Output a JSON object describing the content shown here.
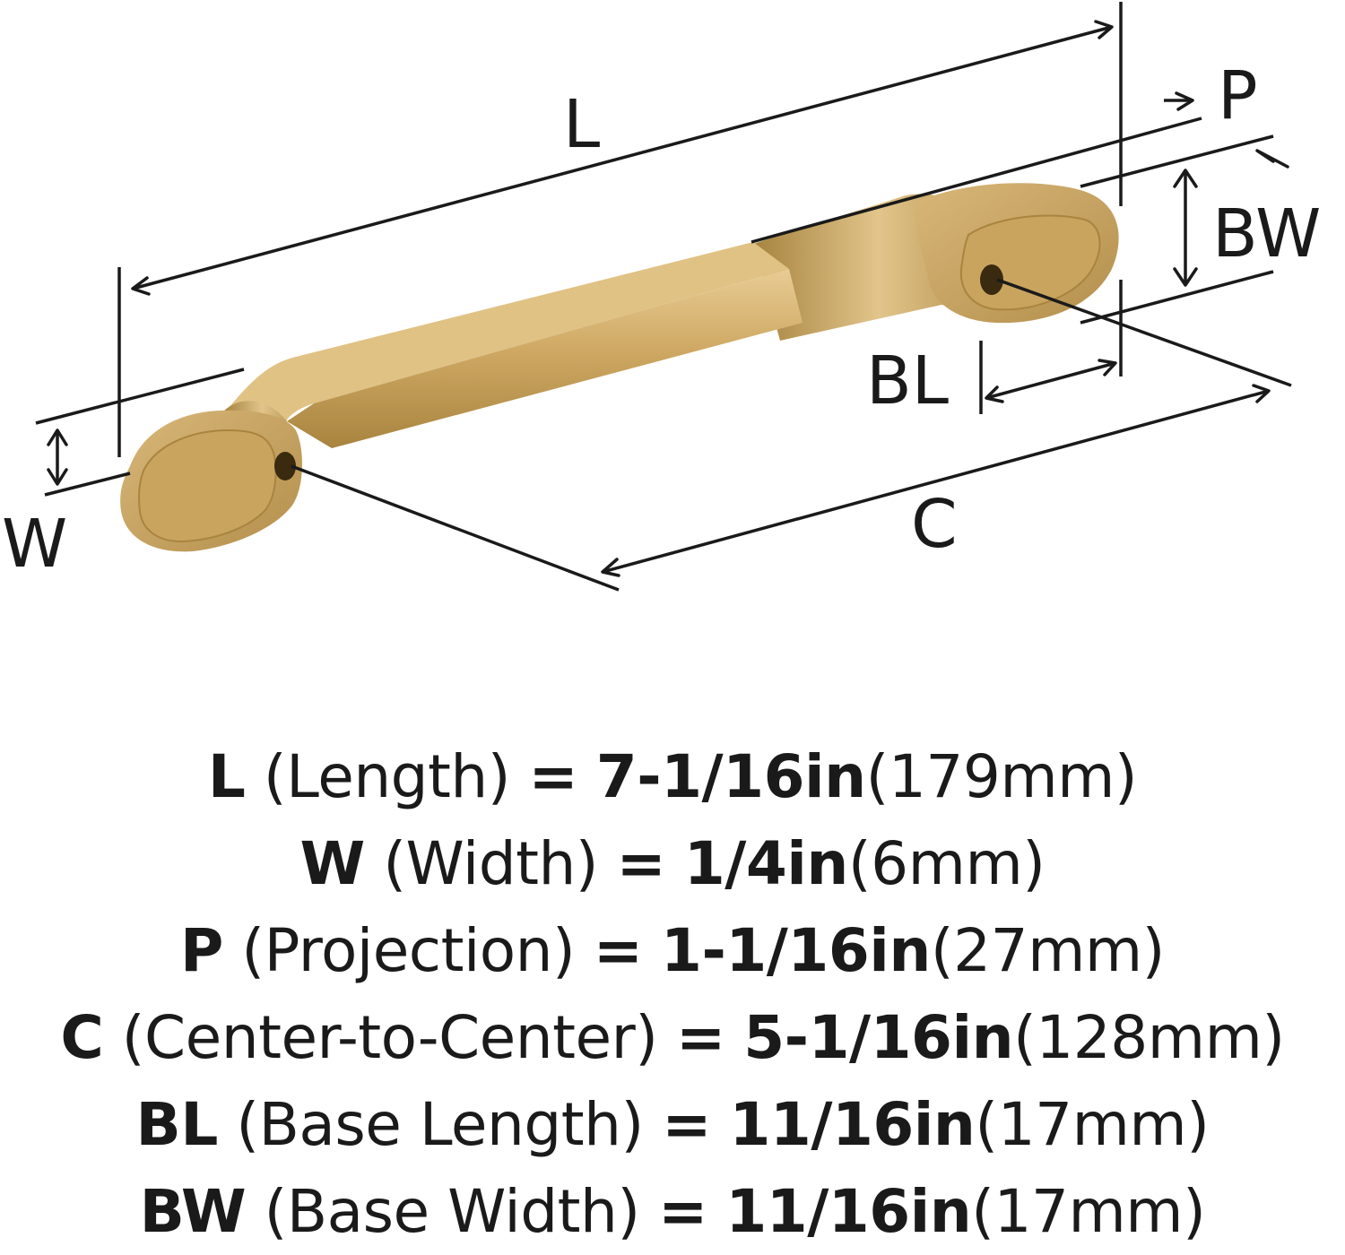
{
  "colors": {
    "handle_base": "#c9a45f",
    "handle_light": "#e4c88f",
    "handle_dark": "#9d7a3a",
    "ink": "#1a1a1a"
  },
  "diagram": {
    "labels": {
      "L": "L",
      "P": "P",
      "BW": "BW",
      "BL": "BL",
      "W": "W",
      "C": "C"
    }
  },
  "specs": [
    {
      "key": "L",
      "name": "(Length)",
      "eq": "=",
      "inch": "7-1/16in",
      "mm": "(179mm)"
    },
    {
      "key": "W",
      "name": "(Width)",
      "eq": "=",
      "inch": "1/4in",
      "mm": "(6mm)"
    },
    {
      "key": "P",
      "name": "(Projection)",
      "eq": "=",
      "inch": "1-1/16in",
      "mm": "(27mm)"
    },
    {
      "key": "C",
      "name": "(Center-to-Center)",
      "eq": "=",
      "inch": "5-1/16in",
      "mm": "(128mm)"
    },
    {
      "key": "BL",
      "name": "(Base Length)",
      "eq": "=",
      "inch": "11/16in",
      "mm": "(17mm)"
    },
    {
      "key": "BW",
      "name": "(Base Width)",
      "eq": "=",
      "inch": "11/16in",
      "mm": "(17mm)"
    }
  ]
}
